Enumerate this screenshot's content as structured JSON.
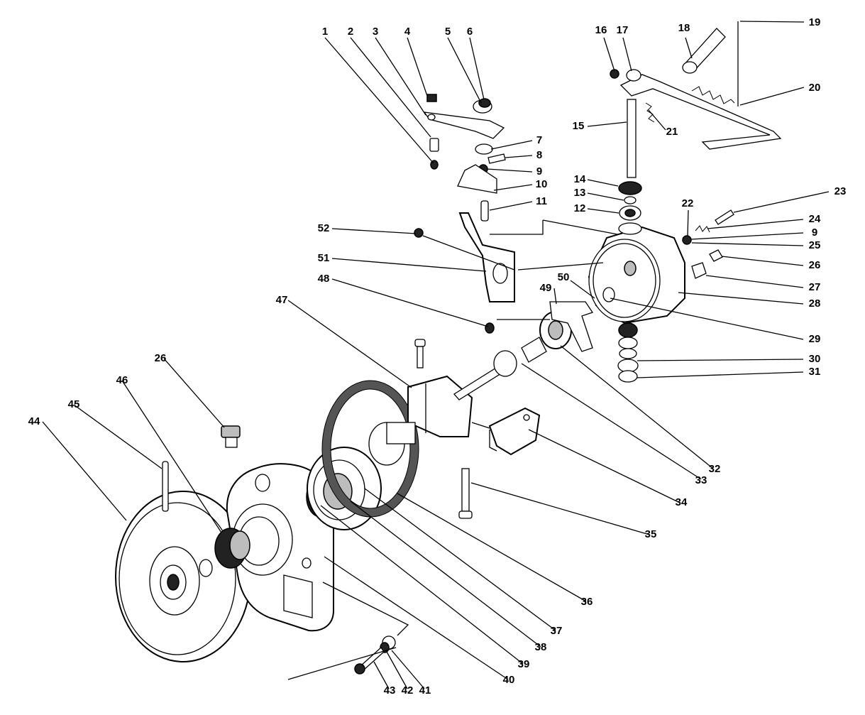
{
  "diagram": {
    "colors": {
      "ink": "#000000",
      "background": "#ffffff",
      "gasket": "#555555"
    },
    "callouts": [
      "1",
      "2",
      "3",
      "4",
      "5",
      "6",
      "7",
      "8",
      "9",
      "10",
      "11",
      "12",
      "13",
      "14",
      "15",
      "16",
      "17",
      "18",
      "19",
      "20",
      "21",
      "22",
      "23",
      "24",
      "9",
      "25",
      "26",
      "27",
      "28",
      "29",
      "30",
      "31",
      "32",
      "33",
      "34",
      "35",
      "36",
      "37",
      "38",
      "39",
      "40",
      "41",
      "42",
      "43",
      "44",
      "45",
      "46",
      "26",
      "47",
      "48",
      "49",
      "50",
      "51",
      "52"
    ]
  }
}
